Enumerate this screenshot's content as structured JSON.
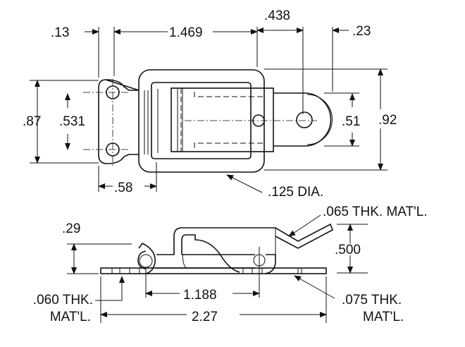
{
  "top_view": {
    "dim_013": ".13",
    "dim_1469": "1.469",
    "dim_0438": ".438",
    "dim_023": ".23",
    "dim_087": ".87",
    "dim_0531": ".531",
    "dim_051": ".51",
    "dim_092": ".92",
    "dim_058": ".58",
    "note_dia": ".125 DIA."
  },
  "side_view": {
    "dim_029": ".29",
    "dim_0500": ".500",
    "dim_1188": "1.188",
    "dim_227": "2.27",
    "note_065": ".065 THK. MAT'L.",
    "note_060_line1": ".060 THK.",
    "note_060_line2": "MAT'L.",
    "note_075_line1": ".075 THK.",
    "note_075_line2": "MAT'L."
  }
}
